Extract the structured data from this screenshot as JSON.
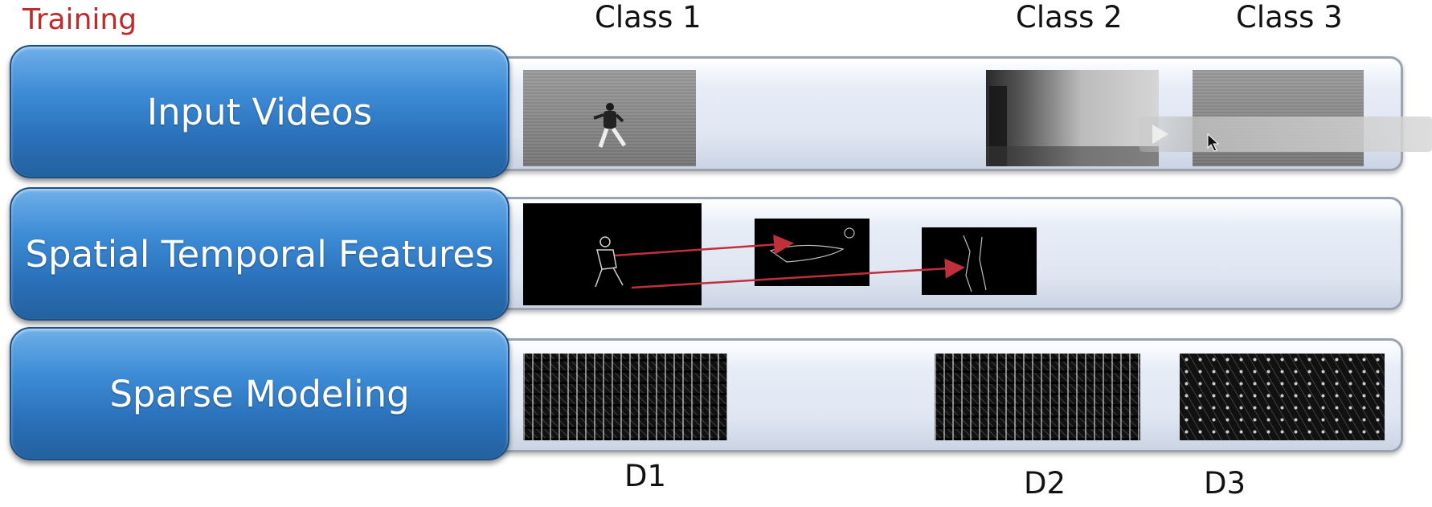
{
  "title": "Training",
  "class_labels": [
    "Class 1",
    "Class 2",
    "Class 3"
  ],
  "rows": [
    {
      "label": "Input Videos"
    },
    {
      "label": "Spatial Temporal Features"
    },
    {
      "label": "Sparse Modeling"
    }
  ],
  "dictionary_labels": [
    "D1",
    "D2",
    "D3"
  ],
  "colors": {
    "title": "#c02a2a",
    "button": "#2a70ba",
    "track": "#dfe6f2",
    "arrow": "#c0303a"
  },
  "icons": {
    "overlay": "play-icon",
    "pointer": "cursor-icon"
  }
}
